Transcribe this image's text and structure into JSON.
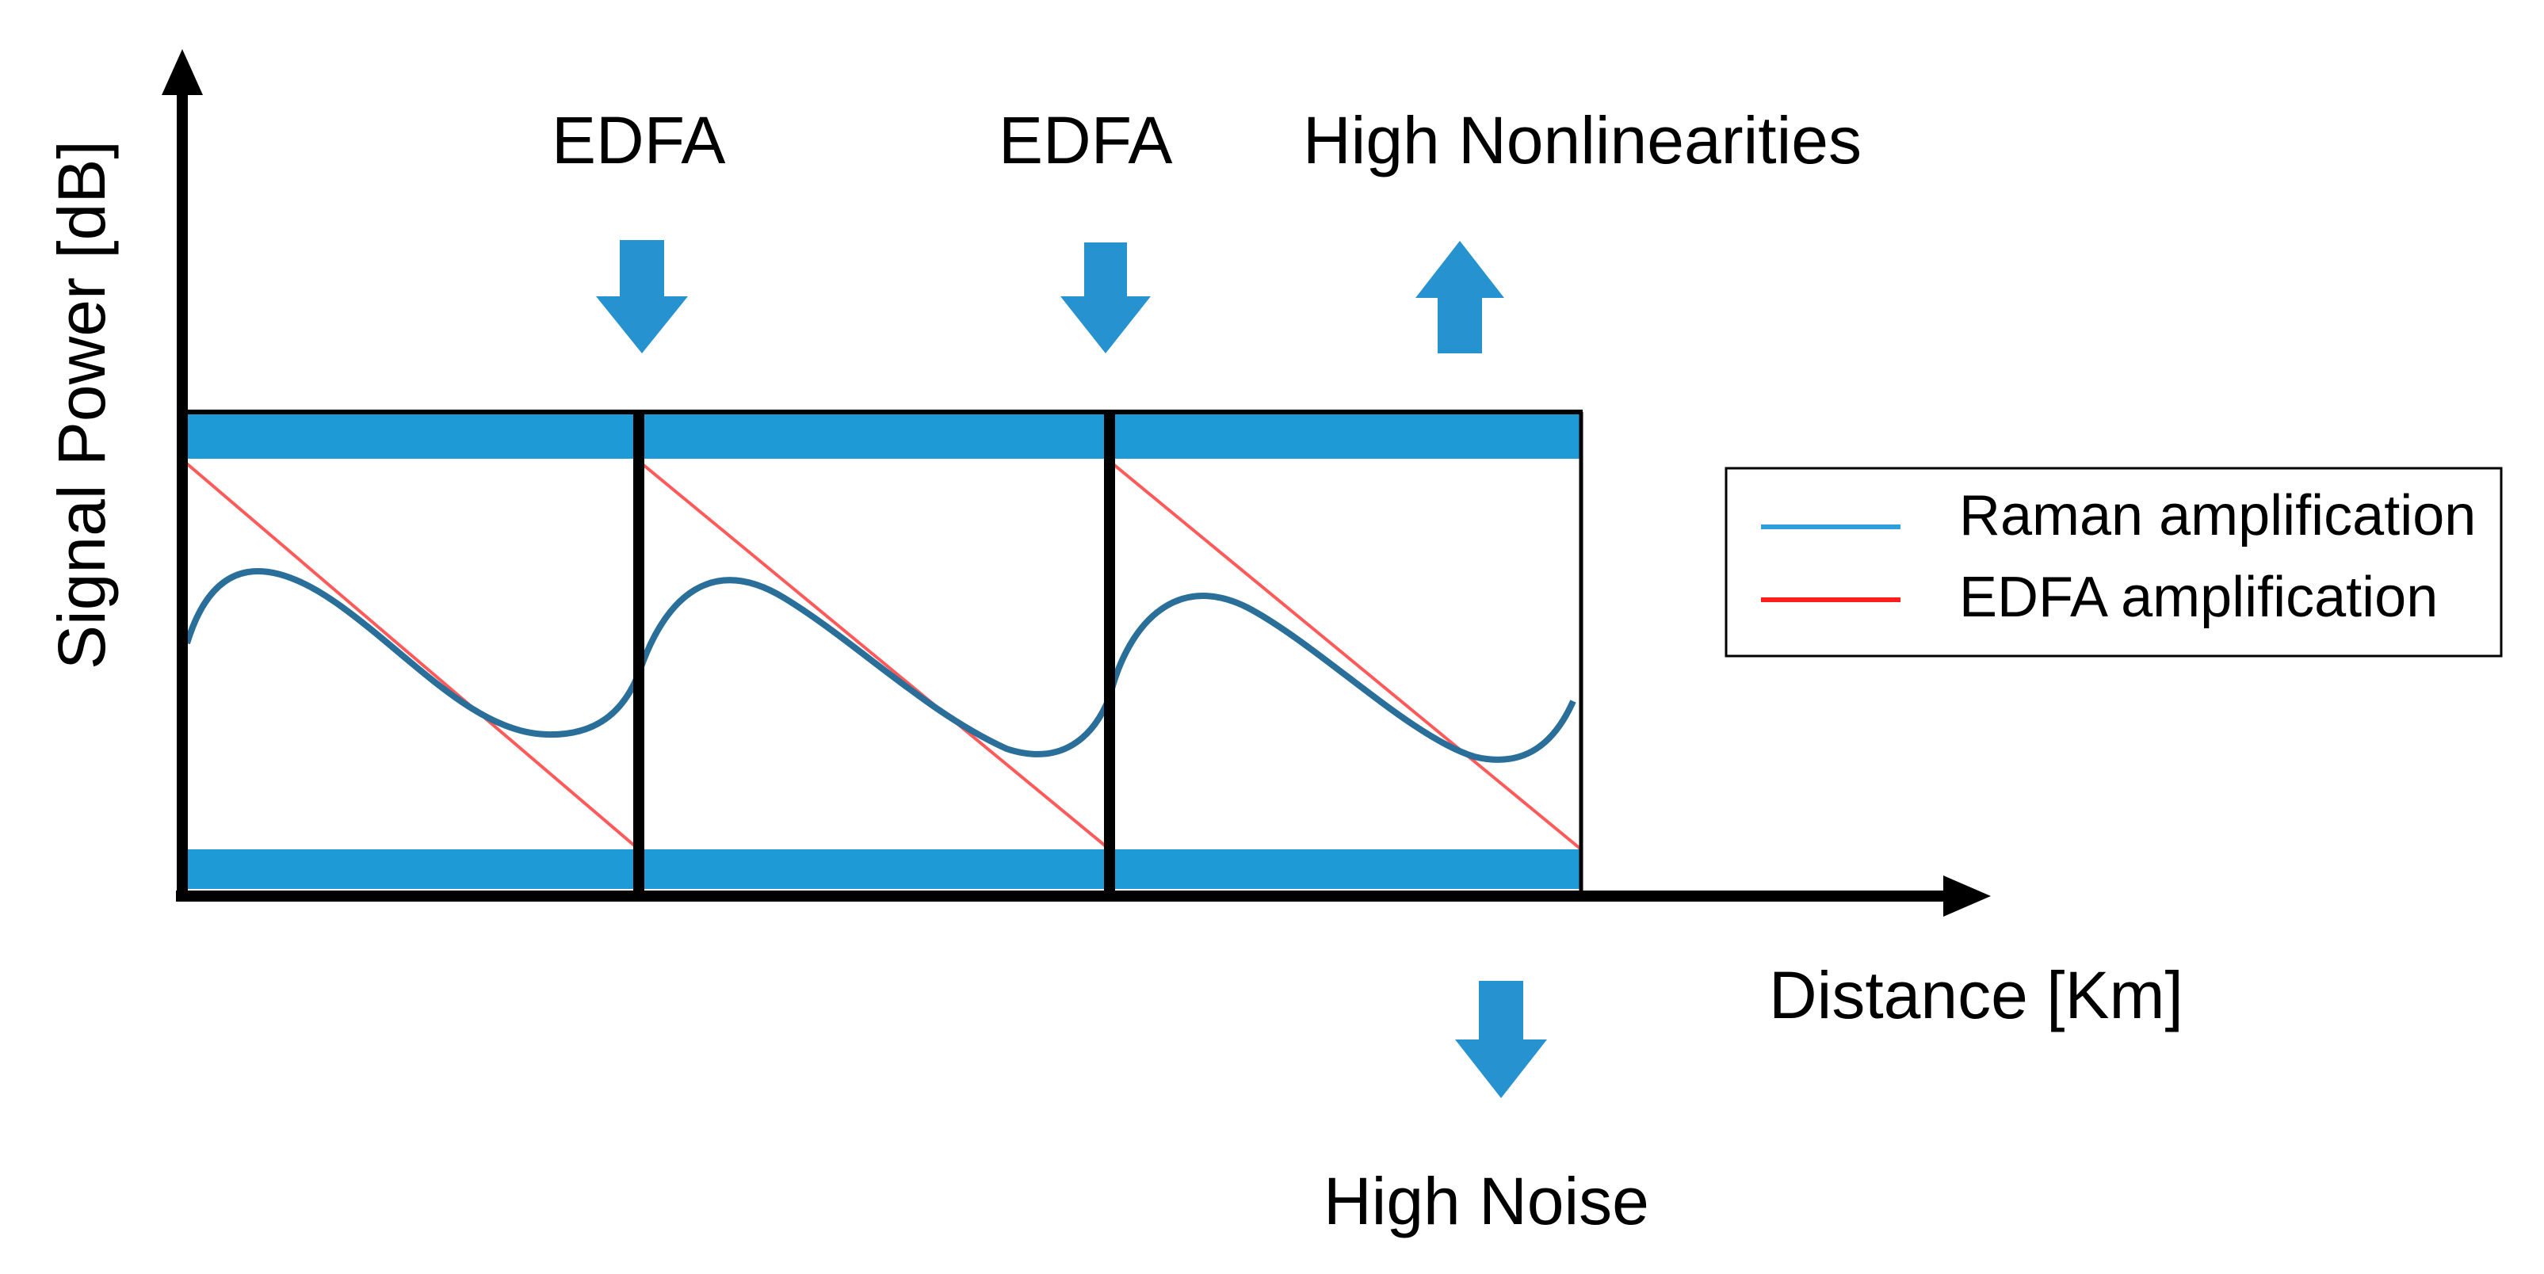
{
  "axes": {
    "y_label": "Signal Power [dB]",
    "x_label": "Distance [Km]"
  },
  "labels": {
    "edfa_1": "EDFA",
    "edfa_2": "EDFA",
    "high_nonlinearities": "High Nonlinearities",
    "high_noise": "High Noise"
  },
  "legend": {
    "items": [
      {
        "label": "Raman amplification",
        "color": "#2e9fdc"
      },
      {
        "label": "EDFA amplification",
        "color": "#ff1e1e"
      }
    ]
  },
  "colors": {
    "band": "#1e9ad6",
    "arrow": "#2792d0",
    "raman_curve": "#2a6f99",
    "edfa_line": "#ff5a5a",
    "axis": "#000000"
  },
  "icons": {
    "down_arrow": "arrow-down-icon",
    "up_arrow": "arrow-up-icon"
  }
}
